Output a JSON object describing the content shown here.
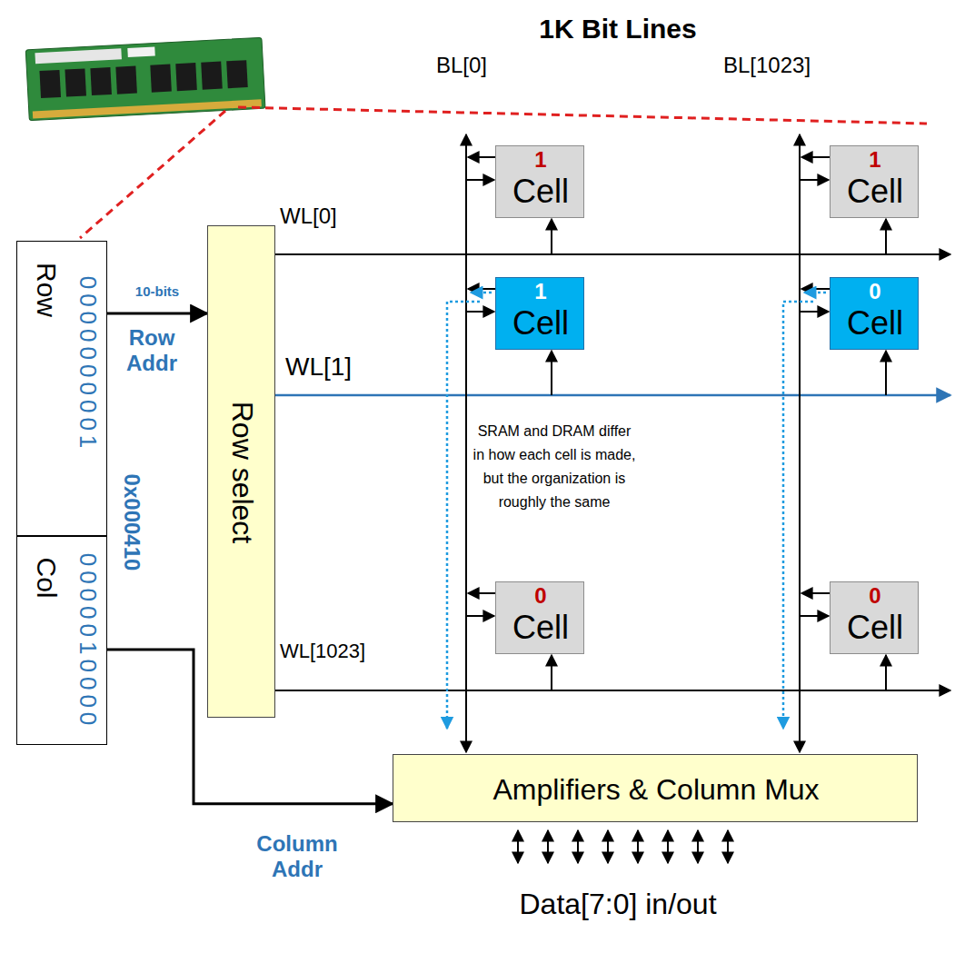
{
  "diagram": {
    "nodes": [
      {
        "text": [
          "Row",
          "0000000001"
        ]
      },
      {
        "text": [
          "Col",
          "0000010000"
        ]
      },
      {
        "text": [
          "Row select"
        ]
      },
      {
        "text": [
          "1",
          "Cell"
        ]
      },
      {
        "text": [
          "1",
          "Cell"
        ]
      },
      {
        "text": [
          "1",
          "Cell"
        ]
      },
      {
        "text": [
          "0",
          "Cell"
        ]
      },
      {
        "text": [
          "0",
          "Cell"
        ]
      },
      {
        "text": [
          "0",
          "Cell"
        ]
      },
      {
        "text": [
          "Amplifiers & Column Mux"
        ]
      }
    ],
    "edges": [
      {
        "from": 0,
        "to": 2,
        "arrow": "to",
        "label": "10-bits"
      },
      {
        "from": 1,
        "to": 9,
        "arrow": "to"
      }
    ],
    "labels": [
      "1K Bit Lines",
      "BL[0]",
      "BL[1023]",
      "WL[0]",
      "WL[1]",
      "WL[1023]",
      "Row Addr",
      "0x000410",
      "SRAM and DRAM differ in how each cell is made, but the organization is roughly the same",
      "Column Addr",
      "Data[7:0] in/out"
    ]
  }
}
